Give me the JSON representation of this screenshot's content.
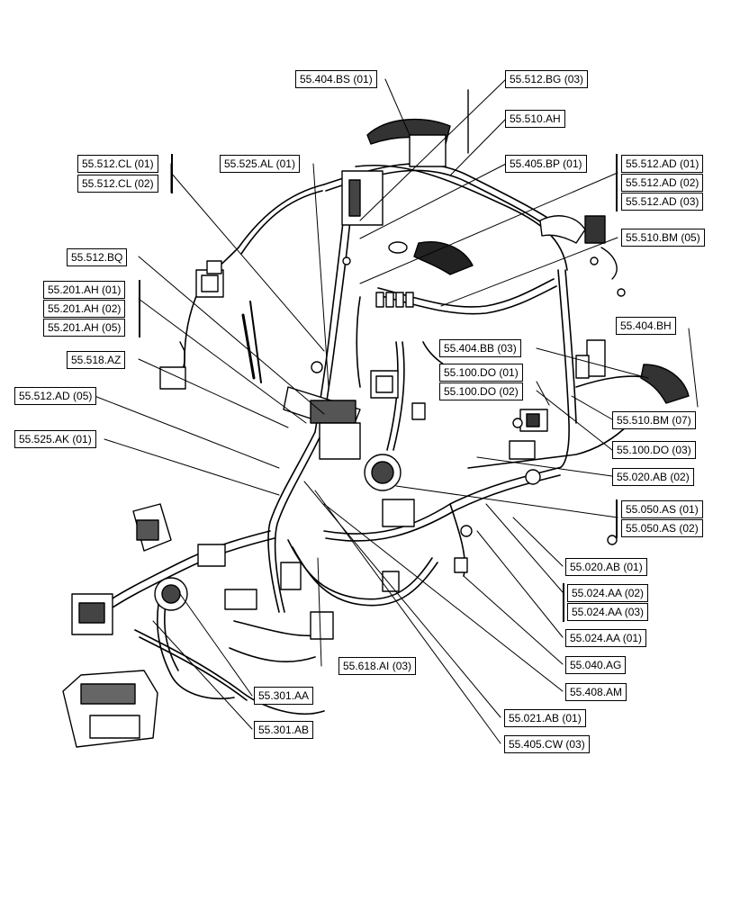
{
  "labels": {
    "l01": "55.404.BS (01)",
    "l02": "55.512.BG (03)",
    "l03": "55.510.AH",
    "l04": "55.512.CL (01)",
    "l05": "55.512.CL (02)",
    "l06": "55.525.AL (01)",
    "l07": "55.405.BP (01)",
    "l08": "55.512.AD (01)",
    "l09": "55.512.AD (02)",
    "l10": "55.512.AD (03)",
    "l11": "55.510.BM (05)",
    "l12": "55.512.BQ",
    "l13": "55.201.AH (01)",
    "l14": "55.201.AH (02)",
    "l15": "55.201.AH (05)",
    "l16": "55.404.BH",
    "l17": "55.518.AZ",
    "l18": "55.404.BB (03)",
    "l19": "55.100.DO (01)",
    "l20": "55.100.DO (02)",
    "l21": "55.512.AD (05)",
    "l22": "55.510.BM (07)",
    "l23": "55.525.AK (01)",
    "l24": "55.100.DO (03)",
    "l25": "55.020.AB (02)",
    "l26": "55.050.AS (01)",
    "l27": "55.050.AS (02)",
    "l28": "55.020.AB (01)",
    "l29": "55.024.AA (02)",
    "l30": "55.024.AA (03)",
    "l31": "55.024.AA (01)",
    "l32": "55.618.AI (03)",
    "l33": "55.040.AG",
    "l34": "55.301.AA",
    "l35": "55.408.AM",
    "l36": "55.301.AB",
    "l37": "55.021.AB (01)",
    "l38": "55.405.CW (03)"
  }
}
